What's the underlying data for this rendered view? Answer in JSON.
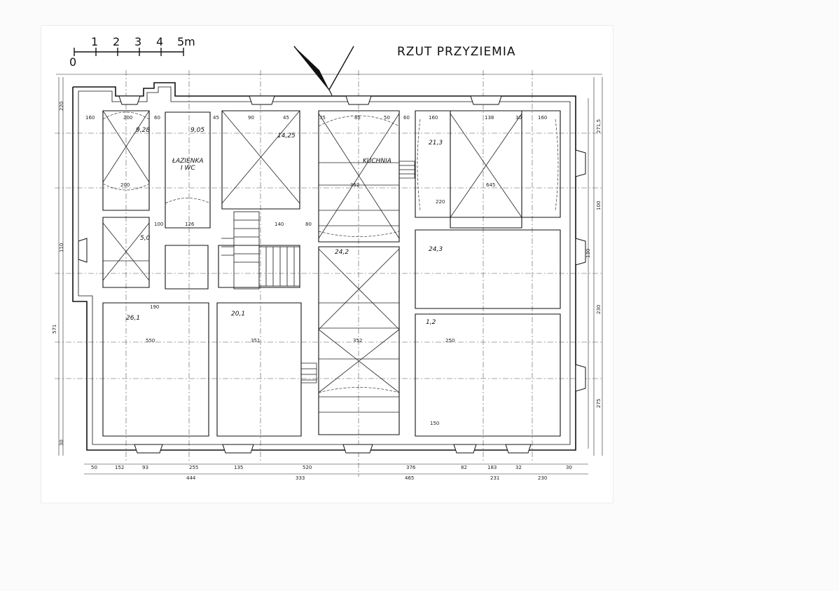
{
  "title": "RZUT PRZYZIEMIA",
  "scale": {
    "ticks": [
      "0",
      "1",
      "2",
      "3",
      "4",
      "5m"
    ]
  },
  "room_labels": [
    {
      "text": "ŁAZIENKA",
      "sub": "I WC"
    },
    {
      "text": "KUCHNIA"
    }
  ],
  "areas": [
    "9,28",
    "9,05",
    "14,25",
    "21,3",
    "5,0",
    "24,2",
    "24,3",
    "26,1",
    "20,1",
    "1,2"
  ],
  "dim_top": [
    "160",
    "200",
    "60",
    "45",
    "90",
    "45",
    "35",
    "85",
    "50",
    "60",
    "160",
    "138",
    "30",
    "160"
  ],
  "dim_rooms": [
    "200",
    "100",
    "126",
    "352",
    "645",
    "220",
    "140",
    "80",
    "550",
    "351",
    "352",
    "250",
    "150",
    "190"
  ],
  "dim_bottom_row1": [
    "50",
    "152",
    "93",
    "255",
    "135",
    "520",
    "376",
    "82",
    "183",
    "32",
    "30"
  ],
  "dim_bottom_row2": [
    "444",
    "333",
    "465",
    "231",
    "230"
  ],
  "dim_right": [
    "271,5",
    "100",
    "130",
    "230",
    "275"
  ],
  "dim_left": [
    "220",
    "110",
    "571",
    "30"
  ]
}
